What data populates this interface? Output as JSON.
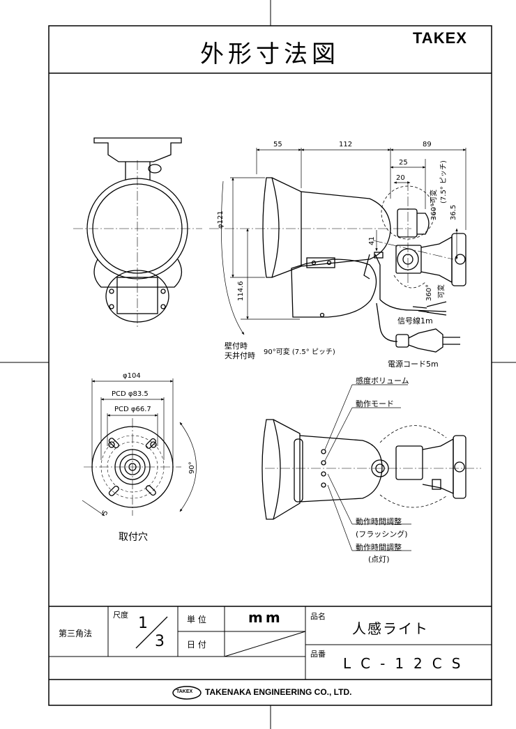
{
  "header": {
    "title": "外形寸法図",
    "brand": "TAKEX"
  },
  "side_view": {
    "dims": {
      "d55": "55",
      "d112": "112",
      "d89": "89",
      "d25": "25",
      "d20": "20",
      "d121": "φ121",
      "d1146": "114.6",
      "d41": "41",
      "d365": "36.5"
    },
    "rotate_top": "360°可変",
    "pitch_top": "(7.5° ピッチ)",
    "rotate_bottom_a": "360°",
    "rotate_bottom_b": "可変",
    "signal_wire": "信号線1m",
    "wall_mount": "壁付時",
    "ceiling_mount": "天井付時",
    "tilt_note": "90°可変 (7.5° ピッチ)",
    "power_cord": "電源コード5m"
  },
  "mount_hole": {
    "d104": "φ104",
    "pcd835": "PCD  φ83.5",
    "pcd667": "PCD  φ66.7",
    "d90": "90°",
    "d5": "5",
    "caption": "取付穴"
  },
  "controls": {
    "sensitivity": "感度ボリューム",
    "mode": "動作モード",
    "time_flash_a": "動作時間調整",
    "time_flash_b": "(フラッシング)",
    "time_light_a": "動作時間調整",
    "time_light_b": "(点灯)"
  },
  "title_block": {
    "projection": "第三角法",
    "scale_label": "尺度",
    "scale_num": "1",
    "scale_den": "3",
    "unit_label": "単  位",
    "unit_value": "mm",
    "date_label": "日  付",
    "name_label": "品名",
    "name_value": "人感ライト",
    "number_label": "品番",
    "number_value": "LC-12CS"
  },
  "footer": {
    "logo_badge": "TAKEX",
    "company": "TAKENAKA ENGINEERING CO., LTD."
  }
}
